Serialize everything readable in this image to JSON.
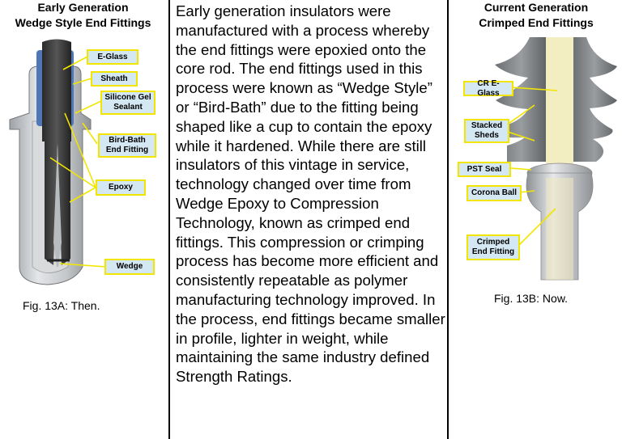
{
  "left_figure": {
    "heading_line1": "Early Generation",
    "heading_line2": "Wedge Style End Fittings",
    "caption": "Fig. 13A: Then.",
    "labels": {
      "e_glass": "E-Glass",
      "sheath": "Sheath",
      "silicone": "Silicone Gel Sealant",
      "bird_bath": "Bird-Bath End Fitting",
      "epoxy": "Epoxy",
      "wedge": "Wedge"
    }
  },
  "body_text": "Early generation insulators were manufactured with a process whereby the end fittings were epoxied onto the core rod. The end fittings used in this process were known as “Wedge Style” or “Bird-Bath” due to the fitting being shaped like a cup to contain the epoxy while it hardened. While there are still insulators of this vintage in service, technology changed over time from Wedge Epoxy to Compression Technology, known as crimped end fittings. This compression or crimping process has become more efficient and consistently repeatable as polymer manufacturing technology improved. In the process, end fittings became smaller in profile, lighter in weight, while maintaining the same industry defined Strength Ratings.",
  "right_figure": {
    "heading_line1": "Current Generation",
    "heading_line2": "Crimped End Fittings",
    "caption": "Fig. 13B: Now.",
    "labels": {
      "cr_e_glass": "CR E-Glass",
      "stacked_sheds": "Stacked Sheds",
      "pst_seal": "PST Seal",
      "corona_ball": "Corona Ball",
      "crimped_end": "Crimped End Fitting"
    }
  },
  "colors": {
    "label_fill": "#d4e8f4",
    "label_border": "#f2e600",
    "leader_line": "#f2e600"
  }
}
